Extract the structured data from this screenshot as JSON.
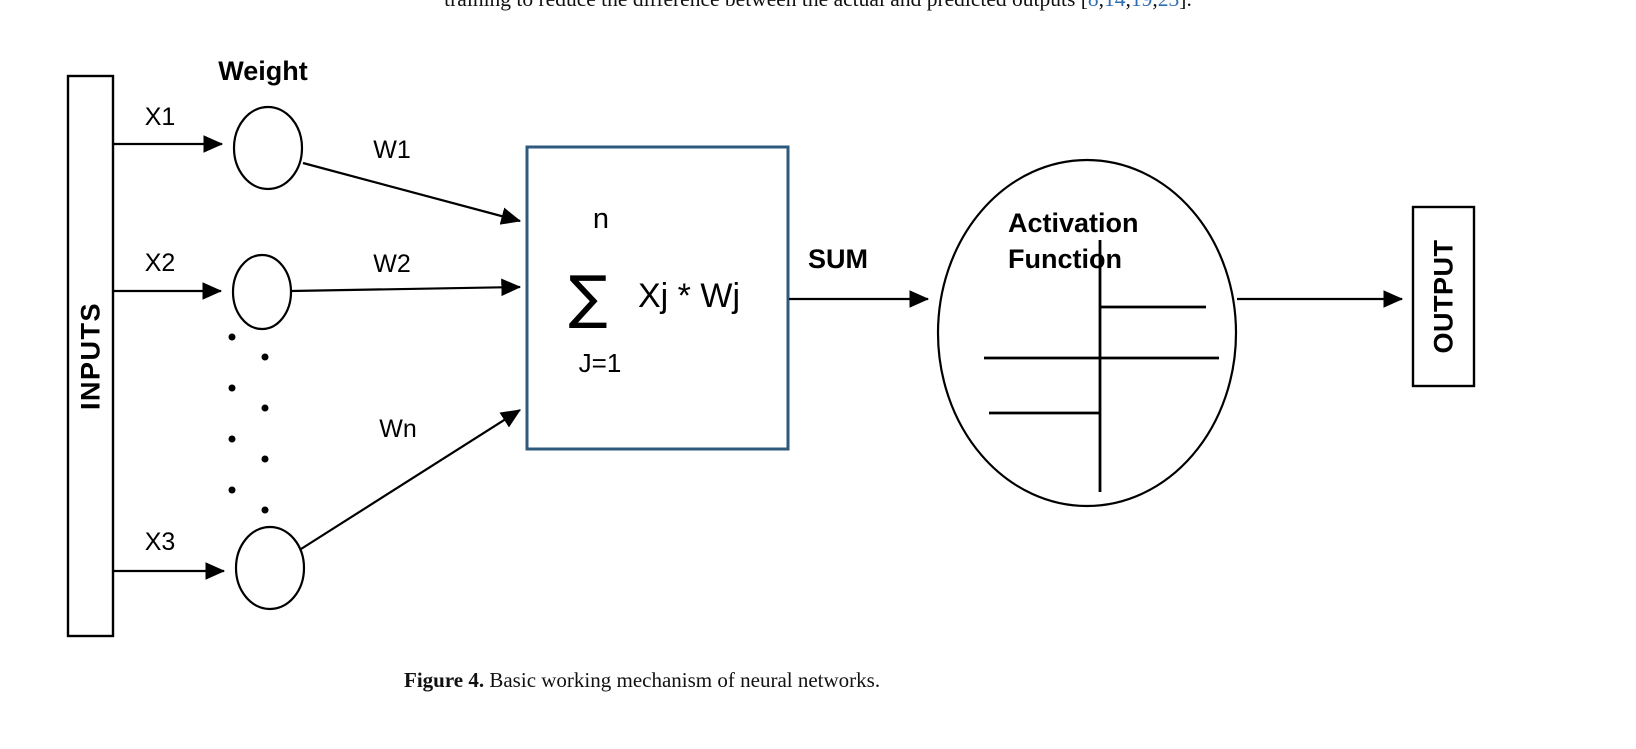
{
  "document": {
    "top_line": {
      "prefix": "training to reduce the difference between the actual and predicted outputs [",
      "citations": [
        "8",
        "14",
        "19",
        "23"
      ],
      "separator": ",",
      "suffix": "]."
    },
    "caption": {
      "label": "Figure 4.",
      "text": " Basic working mechanism of neural networks."
    }
  },
  "diagram": {
    "inputs_box_label": "INPUTS",
    "weight_label": "Weight",
    "input_labels": [
      "X1",
      "X2",
      "X3"
    ],
    "weight_arrow_labels": [
      "W1",
      "W2",
      "Wn"
    ],
    "summation": {
      "upper_limit": "n",
      "sigma": "∑",
      "expression": "Xj * Wj",
      "lower_limit": "J=1"
    },
    "sum_arrow_label": "SUM",
    "activation": {
      "line1": "Activation",
      "line2": "Function"
    },
    "output_box_label": "OUTPUT"
  },
  "colors": {
    "diagram_line": "#000000",
    "summation_box_border": "#2e5a7d",
    "citation_link": "#2f6db3"
  }
}
